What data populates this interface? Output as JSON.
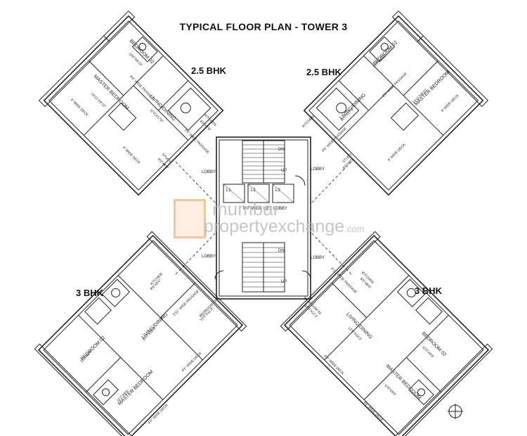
{
  "title": "TYPICAL FLOOR PLAN  - TOWER 3",
  "units": {
    "top_left_bhk": "2.5 BHK",
    "top_right_bhk": "2.5 BHK",
    "bottom_left_bhk": "3 BHK",
    "bottom_right_bhk": "3 BHK"
  },
  "top_left": {
    "bedroom_02": "BEDROOM 02",
    "bedroom_02_size": "10'6\"X9'10\"",
    "master_bedroom": "MASTER BEDROOM",
    "master_size": "10'11\"X9'10\"",
    "passage": "3'9\" WIDE PASSAGE",
    "living": "LIVING/DINING",
    "living_size": "11'0\"X17'0\"",
    "kitchen": "KITCHEN",
    "kitchen_size": "8'0\"X7'0\"",
    "passage2": "3'6\" WIDE PASSAGE",
    "study": "STUDY",
    "study_size": "6'0\"X8'0\"",
    "deck": "4' WIDE DECK",
    "deck2": "4' WIDE DECK"
  },
  "top_right": {
    "bedroom_02": "BEDROOM 02",
    "bedroom_02_size": "10'6\"X9'10\"",
    "master_bedroom": "MASTER BEDROOM",
    "master_size": "10'11\"X9'10\"",
    "passage": "3'9\" WIDE PASSAGE",
    "living": "LIVING/DINING",
    "living_size": "11'0\"X17'0\"",
    "kitchen": "KITCHEN",
    "passage2": "3'6\" WIDE PASSAGE",
    "study": "STUDY",
    "study_size": "6'0\"X8'0\"",
    "deck": "4' WIDE DECK",
    "deck2": "4' WIDE DECK"
  },
  "bottom_left": {
    "kitchen": "KITCHEN",
    "kitchen_size": "8'6\"X8'0\"",
    "passage": "3'11\" WIDE PASSAGE",
    "bedroom_03": "BEDROOM 03",
    "bedroom_03_size": "10'0\"X11'3\"",
    "living": "LIVING/DINING",
    "living_size": "12'0\"X19'3\"",
    "bedroom_02": "BEDROOM 02",
    "bedroom_02_size": "11'0\"X9'6\"",
    "master_bedroom": "MASTER BEDROOM",
    "master_size": "11'0\"X9'6\"",
    "deck": "4'0\" WIDE DECK",
    "deck2": "4'0\" WIDE DECK"
  },
  "bottom_right": {
    "kitchen": "KITCHEN",
    "kitchen_size": "8'6\"X8'0\"",
    "passage": "3'11\" WIDE PASSAGE",
    "bedroom_03": "BEDROOM 03",
    "bedroom_03_size": "10'0\"X11'3\"",
    "living": "LIVING/DINING",
    "living_size": "12'0\"X19'3\"",
    "bedroom_02": "BEDROOM 02",
    "bedroom_02_size": "11'0\"X9'6\"",
    "master_bedroom": "MASTER BEDROOM",
    "master_size": "11'0\"X9'6\"",
    "deck": "4'0\" WIDE DECK",
    "deck2": "4'0\" WIDE DECK"
  },
  "core": {
    "lobby_left_top": "LOBBY",
    "lobby_right_top": "LOBBY",
    "lobby_left_bottom": "LOBBY",
    "lobby_right_bottom": "LOBBY",
    "lift_lobby": "6'0\" WIDE LIFT LOBBY",
    "dn": "DN",
    "up": "UP",
    "dn2": "DN",
    "up2": "UP",
    "l1": "L1",
    "l2": "L2",
    "l3": "L3"
  },
  "watermark": {
    "line1": "mumbai",
    "line2": "propertyexchange",
    "suffix": ".com"
  }
}
